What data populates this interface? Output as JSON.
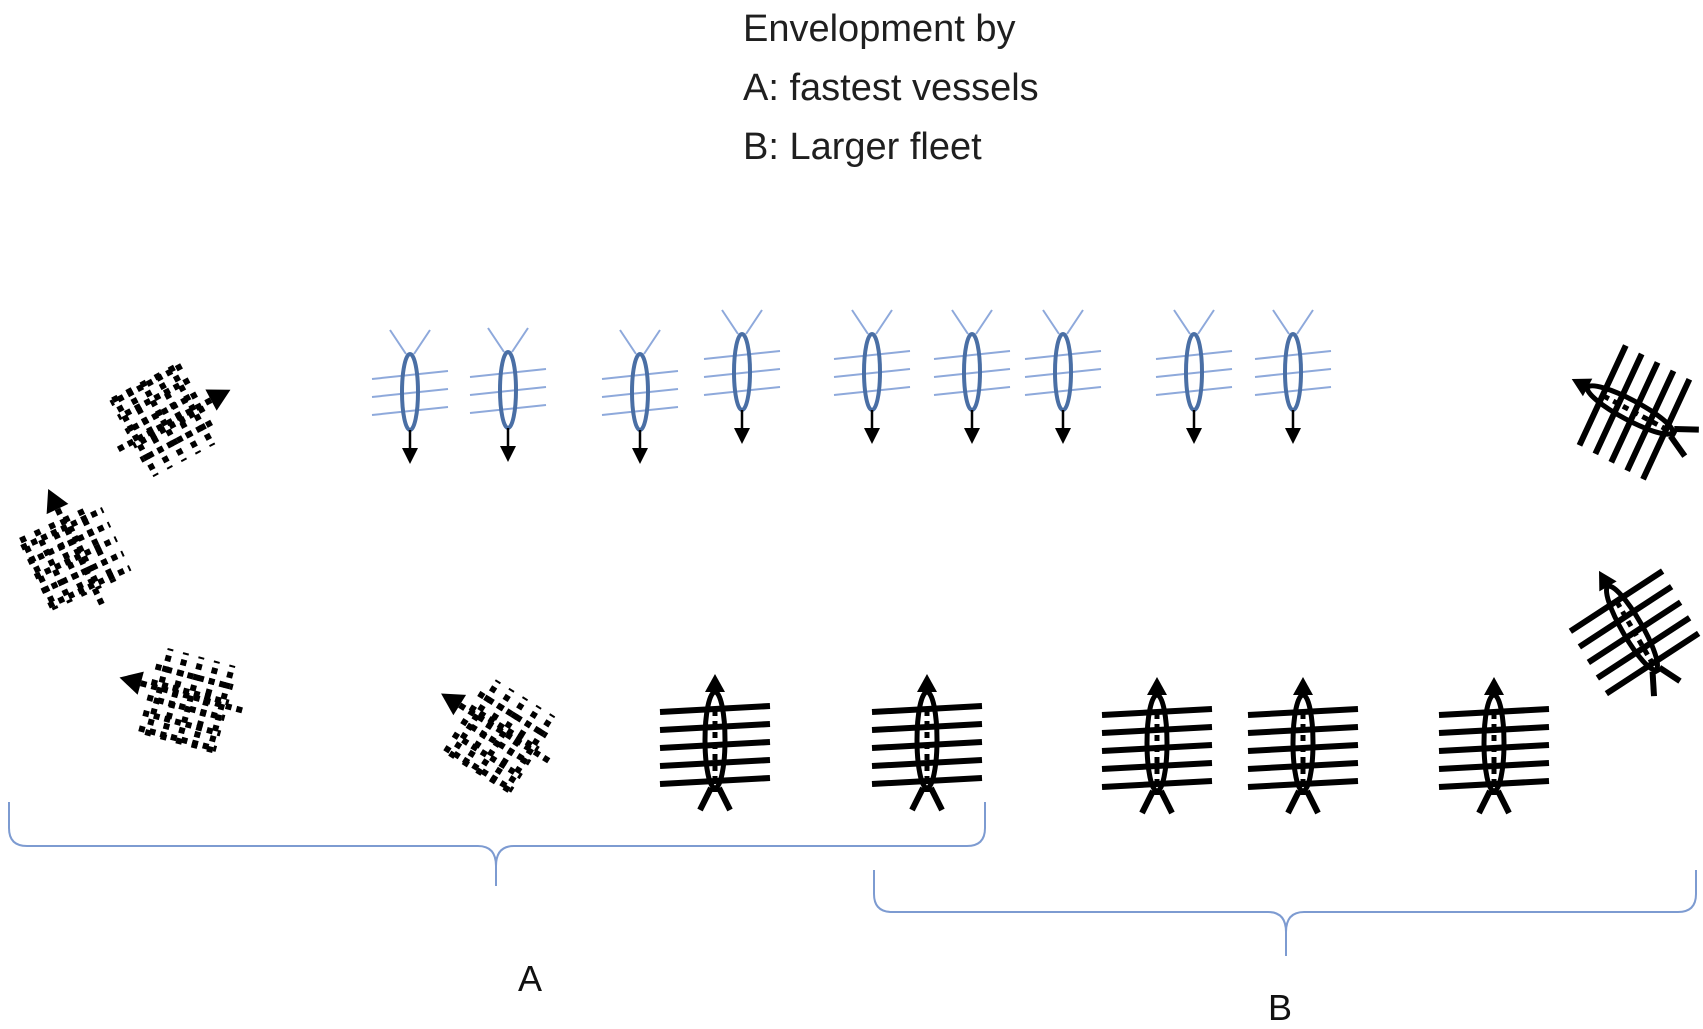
{
  "legend": {
    "line1": "Envelopment by",
    "line2": "A: fastest vessels",
    "line3": "B: Larger fleet"
  },
  "brackets": {
    "a_label": "A",
    "b_label": "B"
  },
  "colors": {
    "enemy_fleet": "#4a6fa5",
    "enemy_oars": "#8ea9db",
    "friendly_fleet": "#000000",
    "bracket": "#7d9bd1"
  }
}
